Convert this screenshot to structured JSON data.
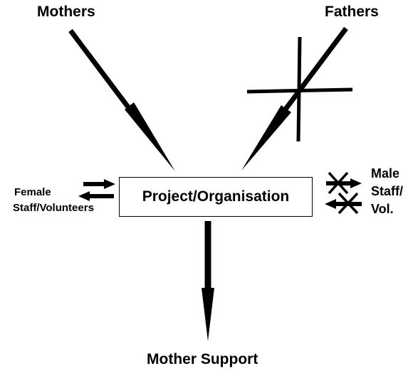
{
  "nodes": {
    "mothers": "Mothers",
    "fathers": "Fathers",
    "project": "Project/Organisation",
    "female_line1": "Female",
    "female_line2": "Staff/Volunteers",
    "male_line1": "Male",
    "male_line2": "Staff/",
    "male_line3": "Vol.",
    "mother_support": "Mother Support"
  },
  "colors": {
    "ink": "#000000",
    "background": "#ffffff"
  }
}
